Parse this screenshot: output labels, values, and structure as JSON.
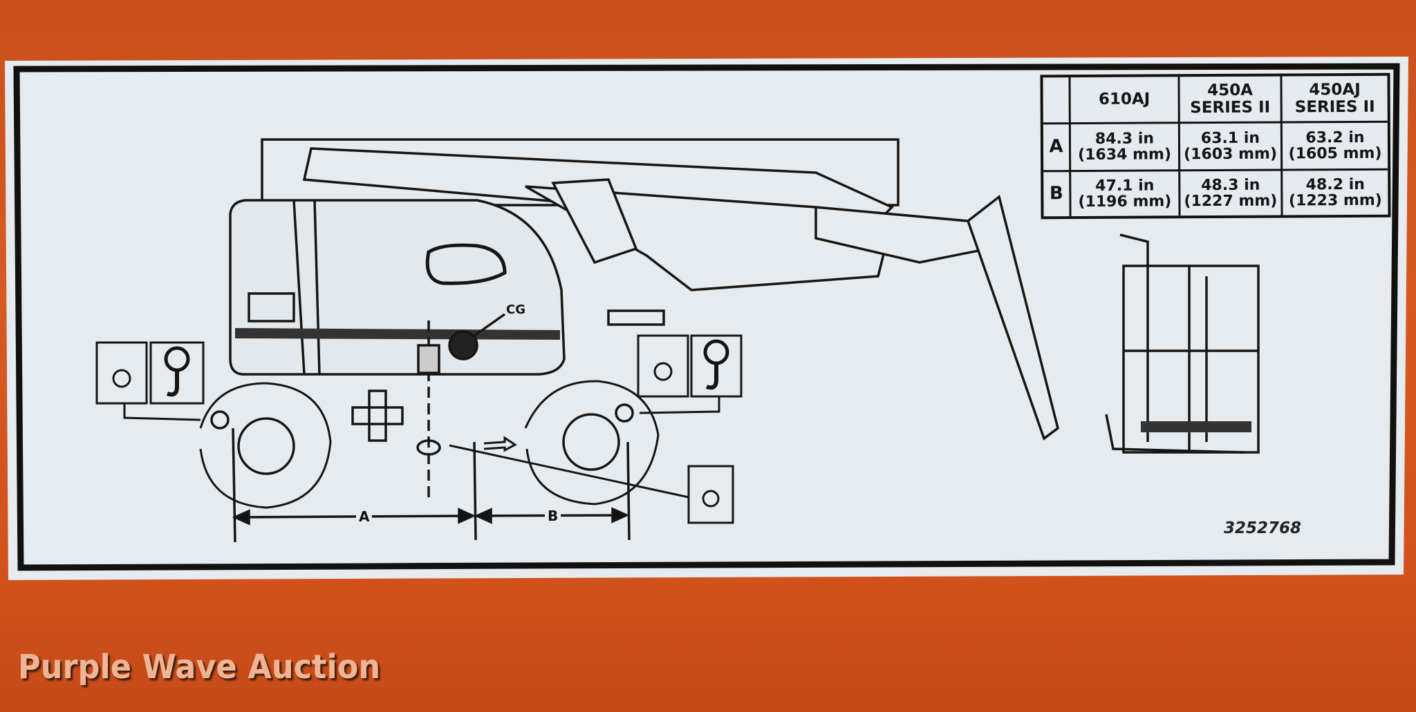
{
  "decal": {
    "table": {
      "headers": [
        "",
        "610AJ",
        "450A SERIES II",
        "450AJ SERIES II"
      ],
      "header_lines": [
        [
          "610AJ"
        ],
        [
          "450A",
          "SERIES II"
        ],
        [
          "450AJ",
          "SERIES II"
        ]
      ],
      "rows": [
        {
          "label": "A",
          "cells": [
            [
              "84.3 in",
              "(1634 mm)"
            ],
            [
              "63.1 in",
              "(1603 mm)"
            ],
            [
              "63.2 in",
              "(1605 mm)"
            ]
          ]
        },
        {
          "label": "B",
          "cells": [
            [
              "47.1 in",
              "(1196 mm)"
            ],
            [
              "48.3 in",
              "(1227 mm)"
            ],
            [
              "48.2 in",
              "(1223 mm)"
            ]
          ]
        }
      ]
    },
    "diagram": {
      "cg_label": "CG",
      "dimension_a": "A",
      "dimension_b": "B"
    },
    "part_number": "3252768"
  },
  "watermark": "Purple Wave Auction",
  "colors": {
    "background": "#d2521c",
    "decal": "#e2e8ee",
    "ink": "#111111"
  }
}
